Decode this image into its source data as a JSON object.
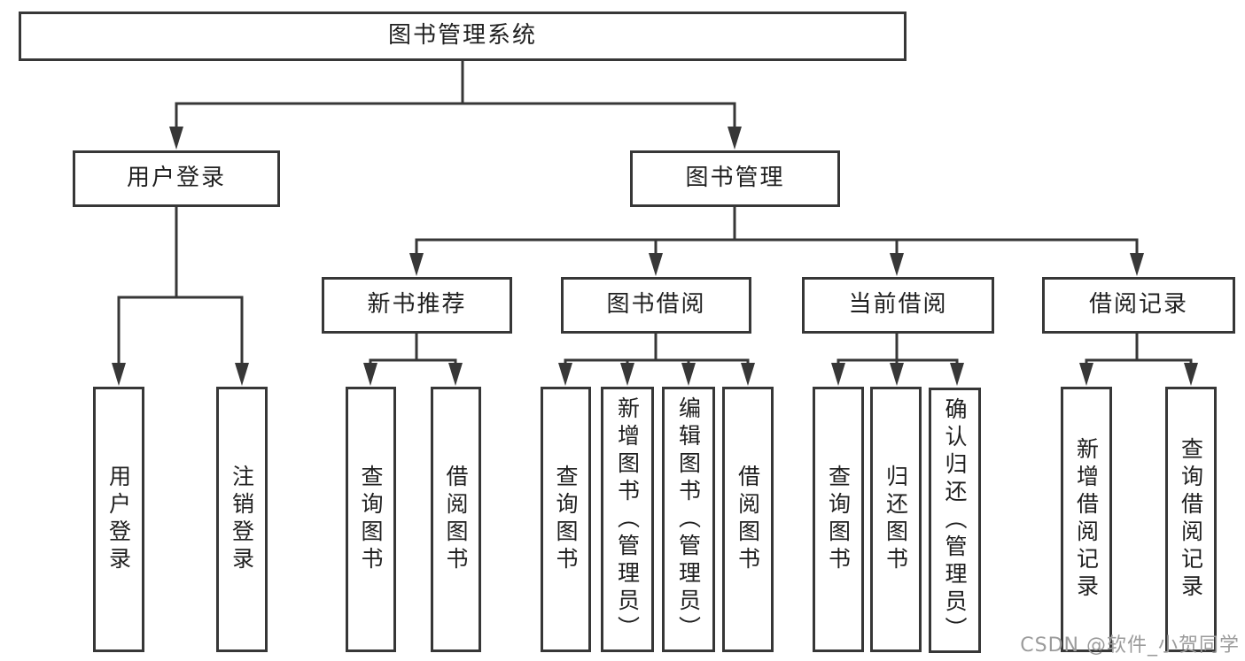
{
  "tree": {
    "label": "图书管理系统",
    "children": [
      {
        "label": "用户登录",
        "children": [
          {
            "label": "用户登录"
          },
          {
            "label": "注销登录"
          }
        ]
      },
      {
        "label": "图书管理",
        "children": [
          {
            "label": "新书推荐",
            "children": [
              {
                "label": "查询图书"
              },
              {
                "label": "借阅图书"
              }
            ]
          },
          {
            "label": "图书借阅",
            "children": [
              {
                "label": "查询图书"
              },
              {
                "label": "新增图书（管理员）"
              },
              {
                "label": "编辑图书（管理员）"
              },
              {
                "label": "借阅图书"
              }
            ]
          },
          {
            "label": "当前借阅",
            "children": [
              {
                "label": "查询图书"
              },
              {
                "label": "归还图书"
              },
              {
                "label": "确认归还（管理员）"
              }
            ]
          },
          {
            "label": "借阅记录",
            "children": [
              {
                "label": "新增借阅记录"
              },
              {
                "label": "查询借阅记录"
              }
            ]
          }
        ]
      }
    ]
  },
  "watermark": {
    "text": "CSDN @软件_小贺同学"
  },
  "colors": {
    "line": "#373737",
    "border": "#373737",
    "text": "#1f1f1f",
    "watermark": "#9b9b9b",
    "background": "#ffffff"
  }
}
